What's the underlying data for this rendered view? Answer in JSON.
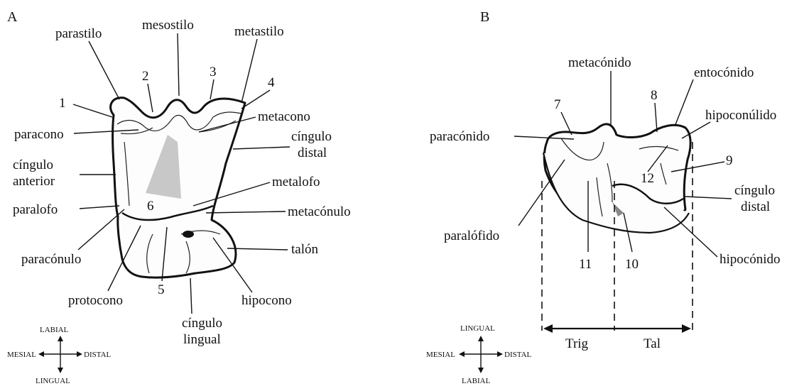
{
  "panels": {
    "a": "A",
    "b": "B"
  },
  "a_labels": {
    "parastilo": "parastilo",
    "mesostilo": "mesostilo",
    "metastilo": "metastilo",
    "n1": "1",
    "n2": "2",
    "n3": "3",
    "n4": "4",
    "n5": "5",
    "n6": "6",
    "paracono": "paracono",
    "metacono": "metacono",
    "cingulo_distal_1": "cíngulo",
    "cingulo_distal_2": "distal",
    "cingulo_anterior_1": "cíngulo",
    "cingulo_anterior_2": "anterior",
    "metalofo": "metalofo",
    "paralofo": "paralofo",
    "metaconulo": "metacónulo",
    "talon": "talón",
    "paraconulo": "paracónulo",
    "protocono": "protocono",
    "hipocono": "hipocono",
    "cingulo_lingual_1": "cíngulo",
    "cingulo_lingual_2": "lingual"
  },
  "b_labels": {
    "metaconido": "metacónido",
    "entoconido": "entocónido",
    "n7": "7",
    "n8": "8",
    "n9": "9",
    "n10": "10",
    "n11": "11",
    "n12": "12",
    "hipoconulido": "hipoconúlido",
    "paraconido": "paracónido",
    "cingulo_distal_1": "cíngulo",
    "cingulo_distal_2": "distal",
    "paralofido": "paralófido",
    "hipoconido": "hipocónido",
    "trig": "Trig",
    "tal": "Tal"
  },
  "compass_a": {
    "top": "LABIAL",
    "bottom": "LINGUAL",
    "left": "MESIAL",
    "right": "DISTAL"
  },
  "compass_b": {
    "top": "LINGUAL",
    "bottom": "LABIAL",
    "left": "MESIAL",
    "right": "DISTAL"
  }
}
